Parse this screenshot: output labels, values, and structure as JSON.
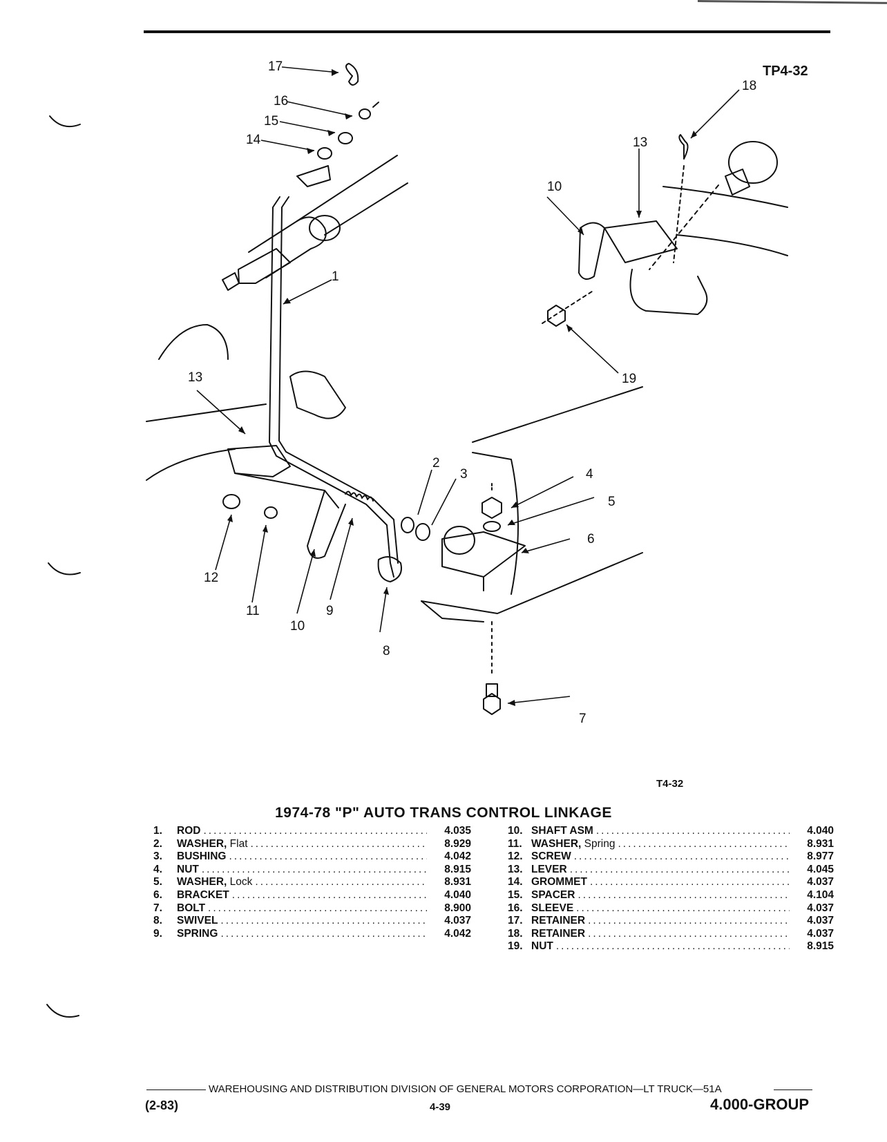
{
  "diagram_code_top": "TP4-32",
  "diagram_code_bottom": "T4-32",
  "title": "1974-78 \"P\" AUTO TRANS CONTROL LINKAGE",
  "callouts": [
    "17",
    "16",
    "15",
    "14",
    "1",
    "13",
    "18",
    "13",
    "10",
    "19",
    "2",
    "3",
    "4",
    "5",
    "6",
    "12",
    "11",
    "10",
    "9",
    "8",
    "7"
  ],
  "parts_left": [
    {
      "num": "1.",
      "name": "ROD",
      "qualifier": "",
      "code": "4.035"
    },
    {
      "num": "2.",
      "name": "WASHER,",
      "qualifier": "Flat",
      "code": "8.929"
    },
    {
      "num": "3.",
      "name": "BUSHING",
      "qualifier": "",
      "code": "4.042"
    },
    {
      "num": "4.",
      "name": "NUT",
      "qualifier": "",
      "code": "8.915"
    },
    {
      "num": "5.",
      "name": "WASHER,",
      "qualifier": "Lock",
      "code": "8.931"
    },
    {
      "num": "6.",
      "name": "BRACKET",
      "qualifier": "",
      "code": "4.040"
    },
    {
      "num": "7.",
      "name": "BOLT",
      "qualifier": "",
      "code": "8.900"
    },
    {
      "num": "8.",
      "name": "SWIVEL",
      "qualifier": "",
      "code": "4.037"
    },
    {
      "num": "9.",
      "name": "SPRING",
      "qualifier": "",
      "code": "4.042"
    }
  ],
  "parts_right": [
    {
      "num": "10.",
      "name": "SHAFT ASM",
      "qualifier": "",
      "code": "4.040"
    },
    {
      "num": "11.",
      "name": "WASHER,",
      "qualifier": "Spring",
      "code": "8.931"
    },
    {
      "num": "12.",
      "name": "SCREW",
      "qualifier": "",
      "code": "8.977"
    },
    {
      "num": "13.",
      "name": "LEVER",
      "qualifier": "",
      "code": "4.045"
    },
    {
      "num": "14.",
      "name": "GROMMET",
      "qualifier": "",
      "code": "4.037"
    },
    {
      "num": "15.",
      "name": "SPACER",
      "qualifier": "",
      "code": "4.104"
    },
    {
      "num": "16.",
      "name": "SLEEVE",
      "qualifier": "",
      "code": "4.037"
    },
    {
      "num": "17.",
      "name": "RETAINER",
      "qualifier": "",
      "code": "4.037"
    },
    {
      "num": "18.",
      "name": "RETAINER",
      "qualifier": "",
      "code": "4.037"
    },
    {
      "num": "19.",
      "name": "NUT",
      "qualifier": "",
      "code": "8.915"
    }
  ],
  "footer": {
    "publisher": "WAREHOUSING AND DISTRIBUTION  DIVISION OF GENERAL MOTORS CORPORATION—LT TRUCK—51A",
    "date": "(2-83)",
    "page": "4-39",
    "group": "4.000-GROUP"
  }
}
